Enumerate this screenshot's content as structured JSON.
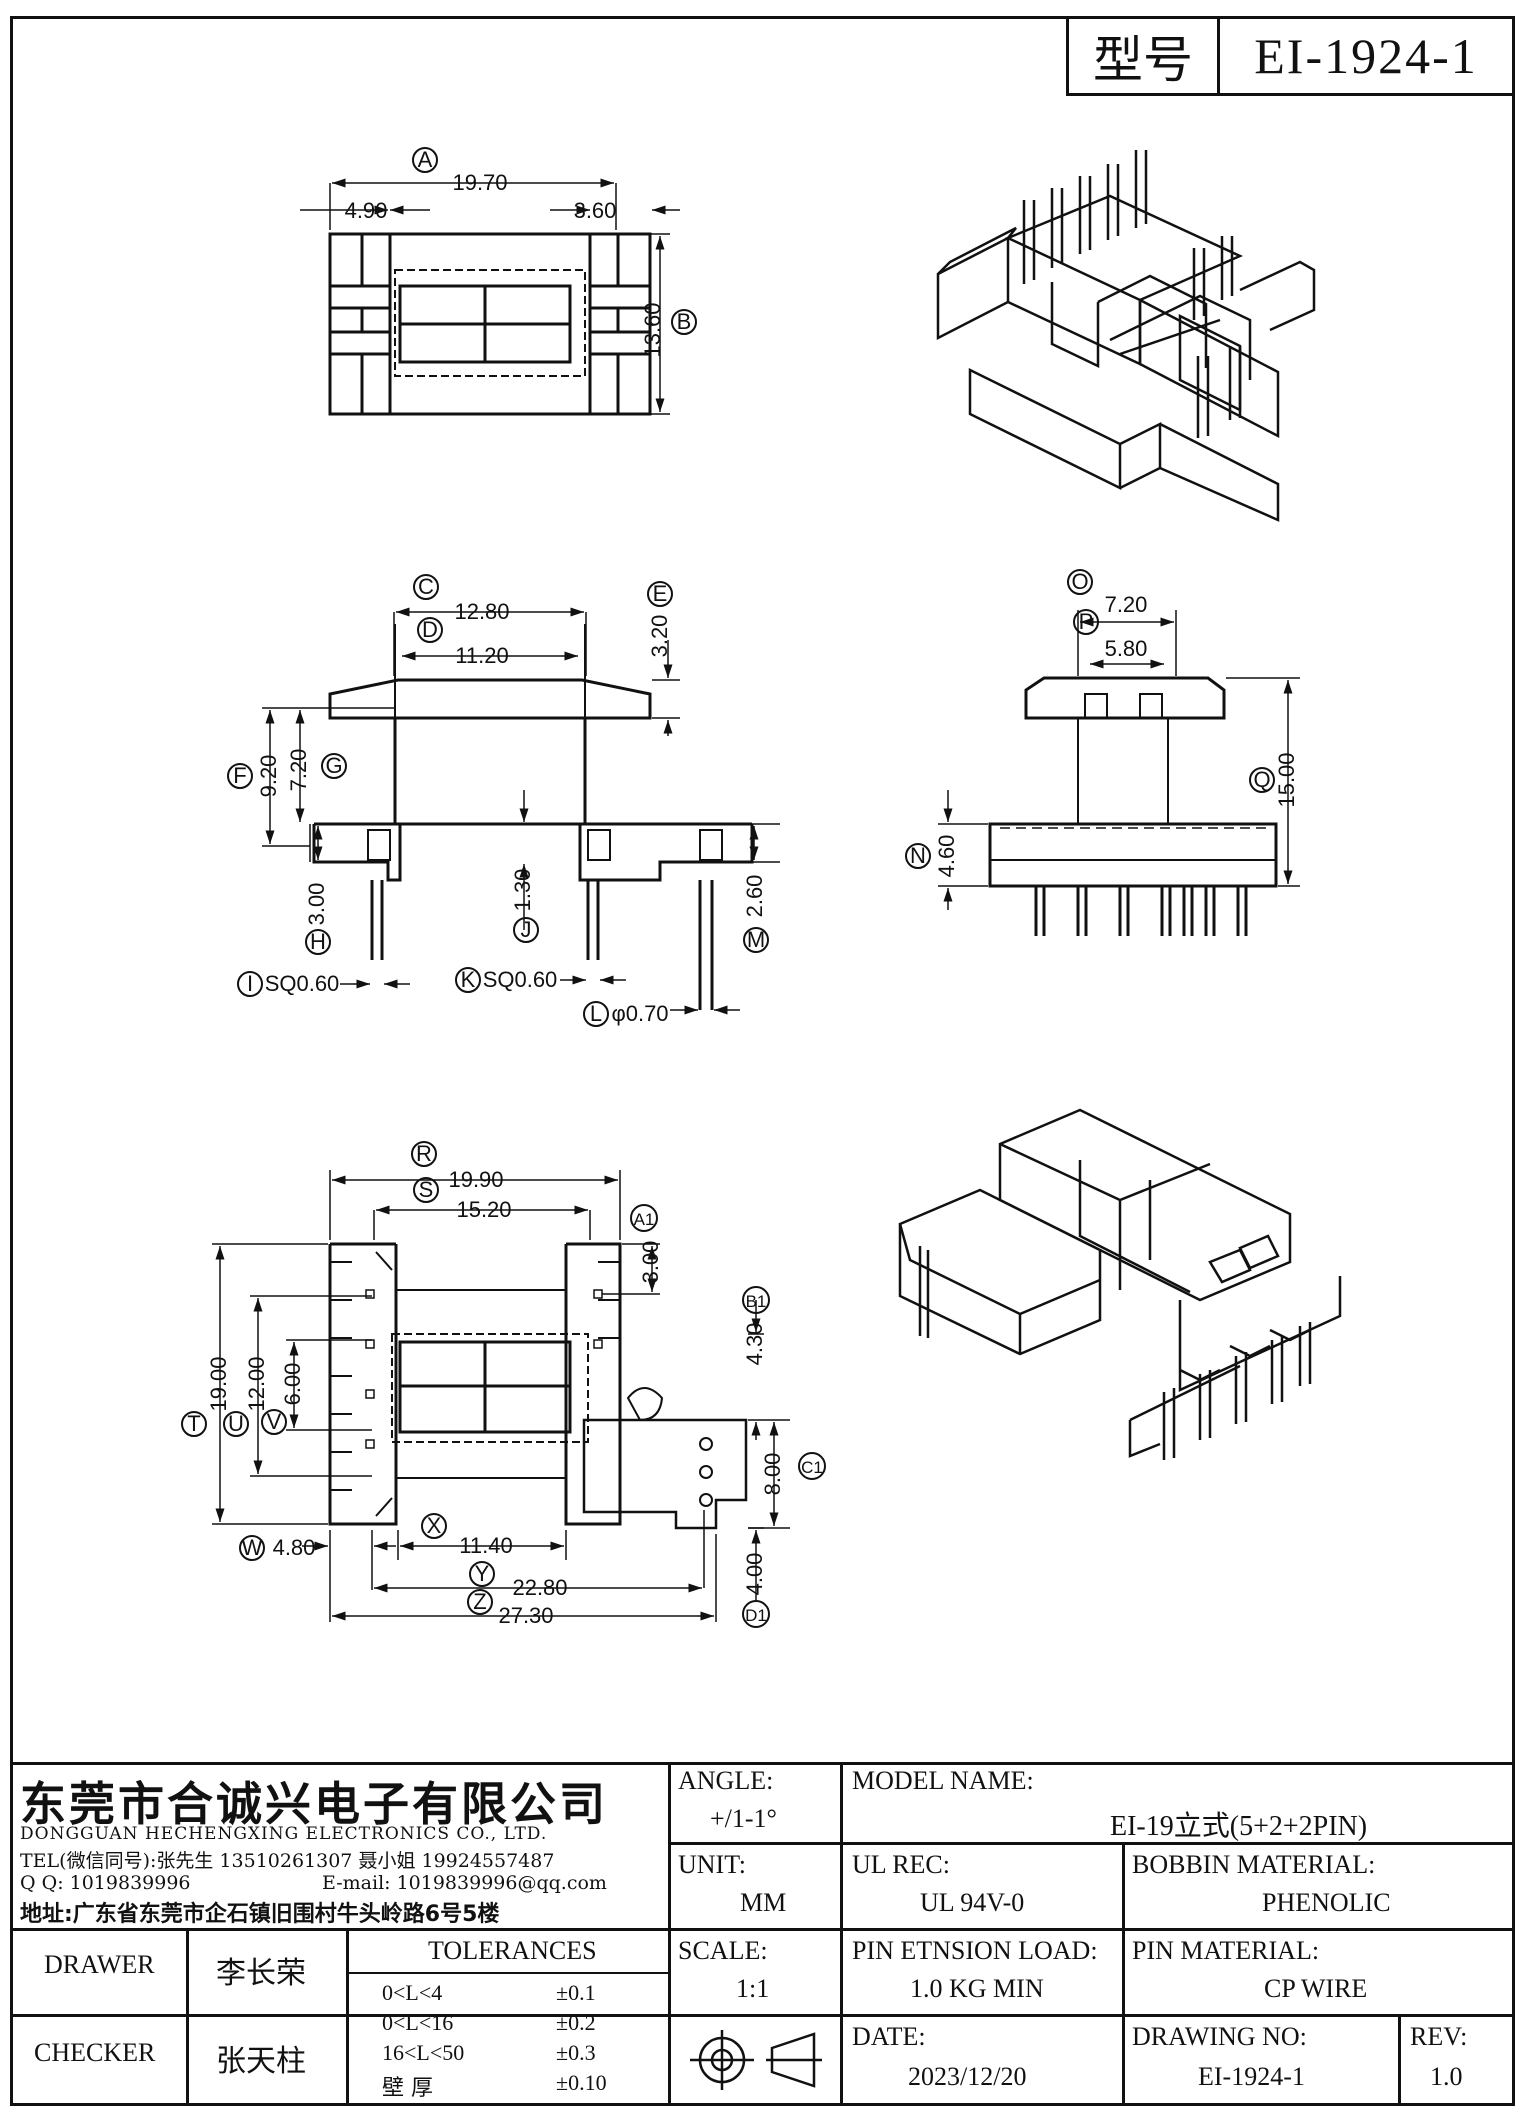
{
  "header": {
    "model_label": "型号",
    "model_value": "EI-1924-1"
  },
  "views": {
    "top": {
      "labels": [
        "A",
        "B"
      ],
      "dims": {
        "overall_width": "19.70",
        "left_pin": "4.90",
        "right_pin": "3.60",
        "height": "13.60"
      }
    },
    "front": {
      "labels": [
        "C",
        "D",
        "E",
        "F",
        "G",
        "H",
        "I",
        "J",
        "K",
        "L",
        "M"
      ],
      "dims": {
        "c": "12.80",
        "d": "11.20",
        "e": "3.20",
        "f": "9.20",
        "g": "7.20",
        "h": "3.00",
        "i": "SQ0.60",
        "j": "1.30",
        "k": "SQ0.60",
        "l": "φ0.70",
        "m": "2.60"
      }
    },
    "side": {
      "labels": [
        "O",
        "P",
        "Q",
        "N"
      ],
      "dims": {
        "o": "7.20",
        "p": "5.80",
        "q": "15.00",
        "n": "4.60"
      }
    },
    "bottom": {
      "labels": [
        "R",
        "S",
        "A1",
        "B1",
        "C1",
        "D1",
        "T",
        "U",
        "V",
        "W",
        "X",
        "Y",
        "Z"
      ],
      "dims": {
        "r": "19.90",
        "s": "15.20",
        "a1": "3.00",
        "b1": "4.30",
        "c1": "8.00",
        "d1": "4.00",
        "t": "19.00",
        "u": "12.00",
        "v": "6.00",
        "w": "4.80",
        "x": "11.40",
        "y": "22.80",
        "z": "27.30"
      }
    }
  },
  "company": {
    "name_cn": "东莞市合诚兴电子有限公司",
    "name_en": "DONGGUAN HECHENGXING ELECTRONICS CO., LTD.",
    "tel": "TEL(微信同号):张先生 13510261307 聂小姐 19924557487",
    "qq": "Q Q: 1019839996",
    "email": "E-mail: 1019839996@qq.com",
    "address": "地址:广东省东莞市企石镇旧围村牛头岭路6号5楼"
  },
  "title_block": {
    "angle_label": "ANGLE:",
    "angle_value": "+/1-1°",
    "unit_label": "UNIT:",
    "unit_value": "MM",
    "scale_label": "SCALE:",
    "scale_value": "1:1",
    "model_name_label": "MODEL NAME:",
    "model_name_value": "EI-19立式(5+2+2PIN)",
    "ul_label": "UL REC:",
    "ul_value": "UL 94V-0",
    "bobbin_label": "BOBBIN MATERIAL:",
    "bobbin_value": "PHENOLIC",
    "pin_load_label": "PIN ETNSION LOAD:",
    "pin_load_value": "1.0 KG MIN",
    "pin_material_label": "PIN MATERIAL:",
    "pin_material_value": "CP WIRE",
    "date_label": "DATE:",
    "date_value": "2023/12/20",
    "drawing_no_label": "DRAWING NO:",
    "drawing_no_value": "EI-1924-1",
    "rev_label": "REV:",
    "rev_value": "1.0",
    "drawer_label": "DRAWER",
    "drawer_value": "李长荣",
    "checker_label": "CHECKER",
    "checker_value": "张天柱",
    "tolerances_label": "TOLERANCES",
    "tolerances": [
      {
        "range": "0<L<4",
        "value": "±0.1"
      },
      {
        "range": "0<L<16",
        "value": "±0.2"
      },
      {
        "range": "16<L<50",
        "value": "±0.3"
      },
      {
        "range": "壁   厚",
        "value": "±0.10"
      }
    ]
  }
}
